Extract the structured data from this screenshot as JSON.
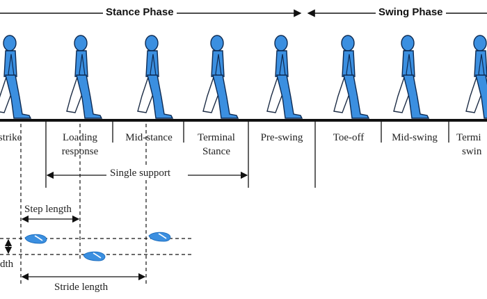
{
  "header": {
    "stance_phase": "Stance Phase",
    "swing_phase": "Swing Phase"
  },
  "phases": [
    {
      "line1": "l strike",
      "line2": ""
    },
    {
      "line1": "Loading",
      "line2": "response"
    },
    {
      "line1": "Mid-stance",
      "line2": ""
    },
    {
      "line1": "Terminal",
      "line2": "Stance"
    },
    {
      "line1": "Pre-swing",
      "line2": ""
    },
    {
      "line1": "Toe-off",
      "line2": ""
    },
    {
      "line1": "Mid-swing",
      "line2": ""
    },
    {
      "line1": "Termi",
      "line2": "swin"
    }
  ],
  "measures": {
    "single_support": "Single support",
    "step_length": "Step length",
    "step_width": "dth",
    "stride_length": "Stride length"
  },
  "colors": {
    "figure_fill": "#3b8fe0",
    "figure_outline": "#0d2a52",
    "ground": "#111111",
    "footprint": "#3b8fe0"
  }
}
